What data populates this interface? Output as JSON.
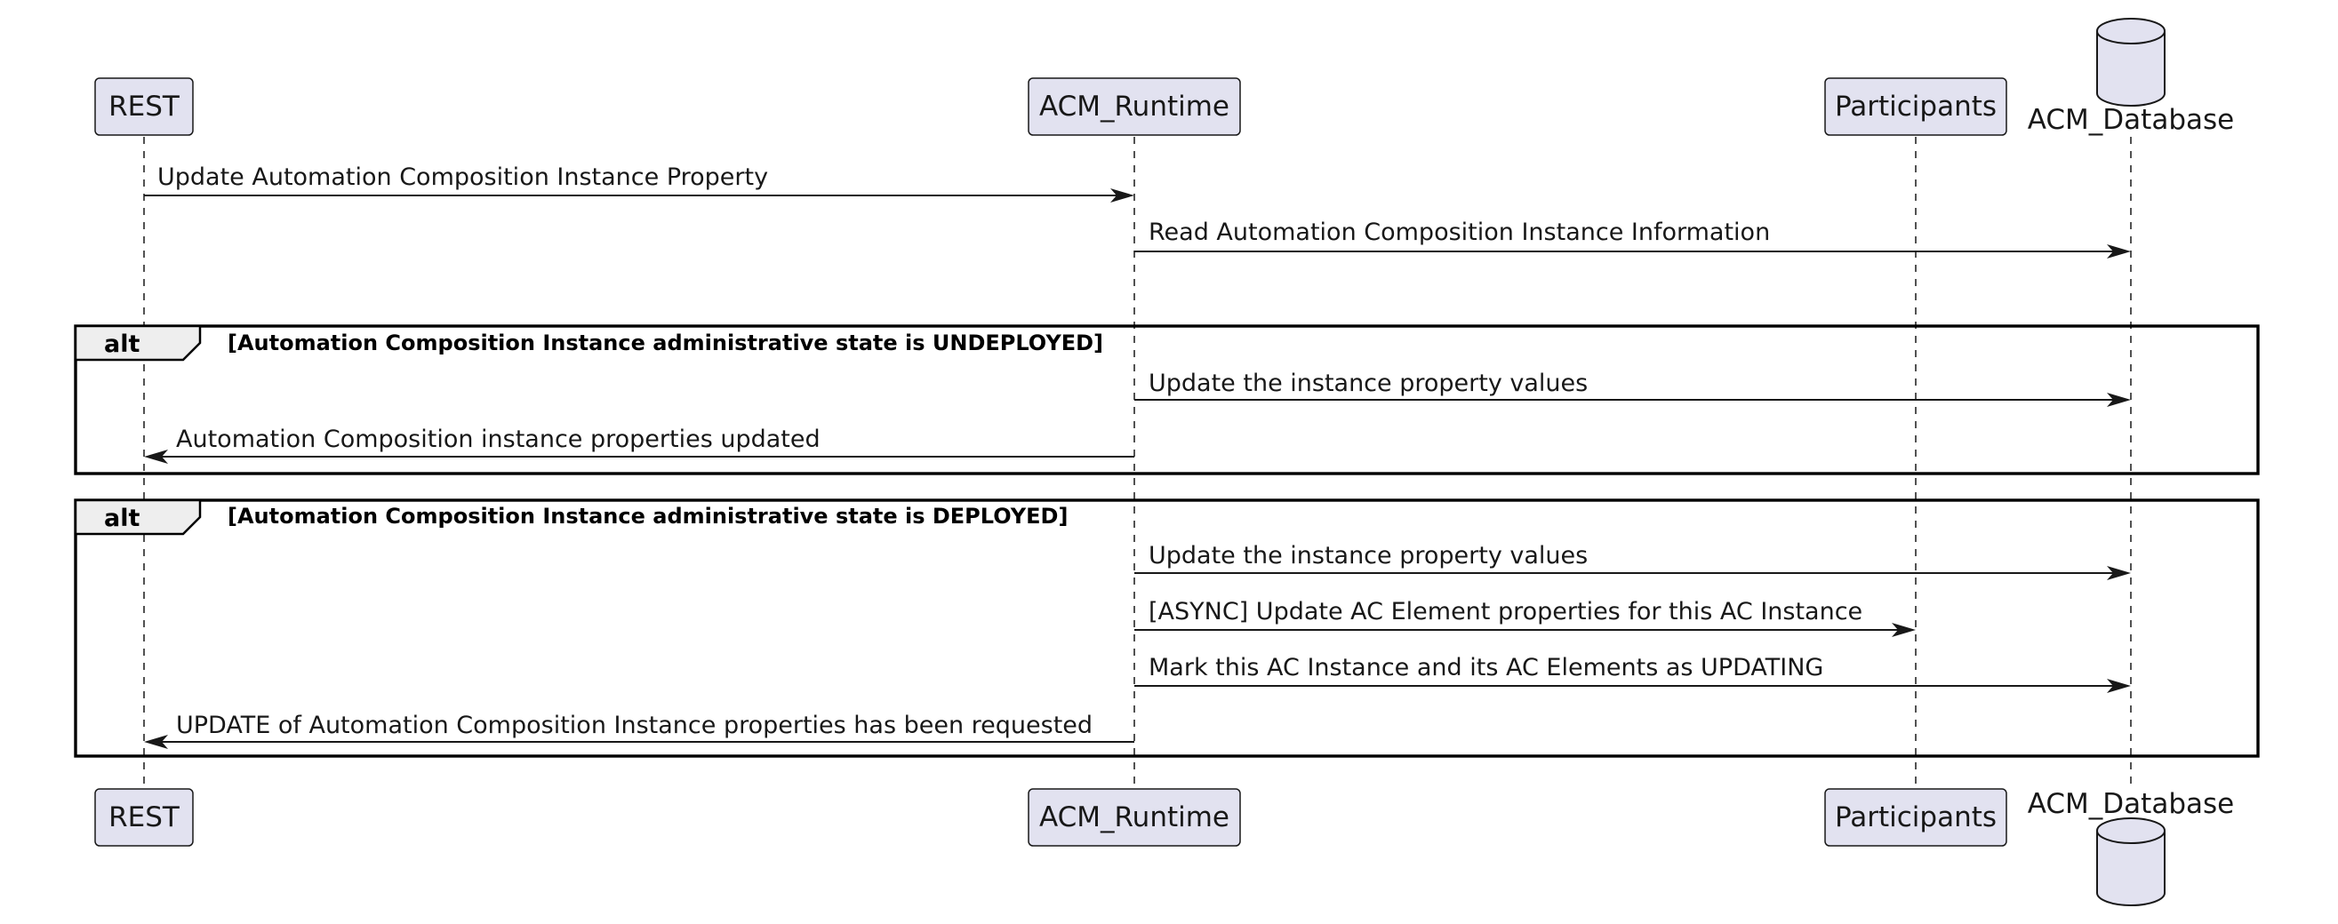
{
  "participants": [
    {
      "id": "rest",
      "label": "REST",
      "shape": "box"
    },
    {
      "id": "runtime",
      "label": "ACM_Runtime",
      "shape": "box"
    },
    {
      "id": "participants",
      "label": "Participants",
      "shape": "box"
    },
    {
      "id": "database",
      "label": "ACM_Database",
      "shape": "database"
    }
  ],
  "messages": [
    {
      "from": "rest",
      "to": "runtime",
      "label": "Update Automation Composition Instance Property"
    },
    {
      "from": "runtime",
      "to": "database",
      "label": "Read Automation Composition Instance Information"
    },
    {
      "from": "runtime",
      "to": "database",
      "label": "Update the instance property values"
    },
    {
      "from": "runtime",
      "to": "rest",
      "label": "Automation Composition instance properties updated"
    },
    {
      "from": "runtime",
      "to": "database",
      "label": "Update the instance property values"
    },
    {
      "from": "runtime",
      "to": "participants",
      "label": "[ASYNC] Update AC Element properties for this AC Instance"
    },
    {
      "from": "runtime",
      "to": "database",
      "label": "Mark this AC Instance and its AC Elements as UPDATING"
    },
    {
      "from": "runtime",
      "to": "rest",
      "label": "UPDATE of Automation Composition Instance properties has been requested"
    }
  ],
  "fragments": [
    {
      "keyword": "alt",
      "guard": "[Automation Composition Instance administrative state is UNDEPLOYED]"
    },
    {
      "keyword": "alt",
      "guard": "[Automation Composition Instance administrative state is DEPLOYED]"
    }
  ],
  "colors": {
    "participant_fill": "#e2e2f0",
    "line": "#181818",
    "frame_tab": "#eeeeee"
  }
}
